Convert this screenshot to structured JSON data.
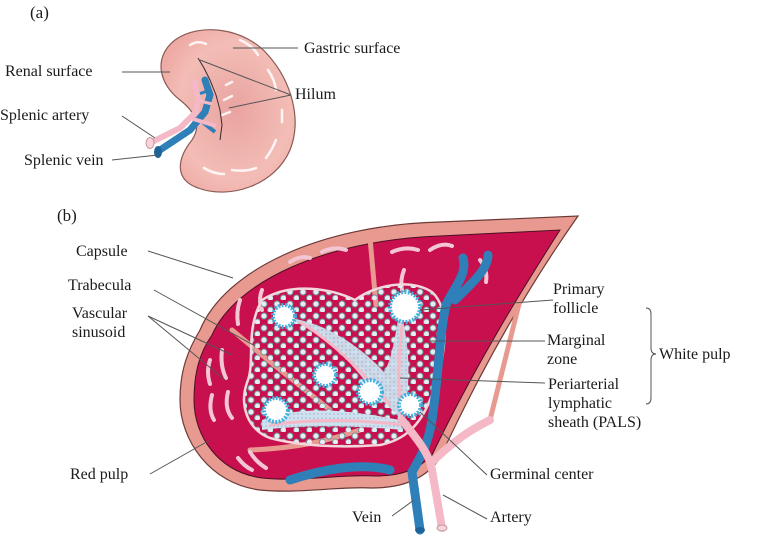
{
  "figure": {
    "panel_a": {
      "tag": "(a)",
      "labels": {
        "renal_surface": "Renal surface",
        "gastric_surface": "Gastric surface",
        "hilum": "Hilum",
        "splenic_artery": "Splenic artery",
        "splenic_vein": "Splenic vein"
      }
    },
    "panel_b": {
      "tag": "(b)",
      "labels": {
        "capsule": "Capsule",
        "trabecula": "Trabecula",
        "vascular_sinusoid_1": "Vascular",
        "vascular_sinusoid_2": "sinusoid",
        "red_pulp": "Red pulp",
        "primary_follicle_1": "Primary",
        "primary_follicle_2": "follicle",
        "marginal_zone_1": "Marginal",
        "marginal_zone_2": "zone",
        "pals_1": "Periarterial",
        "pals_2": "lymphatic",
        "pals_3": "sheath (PALS)",
        "white_pulp": "White pulp",
        "germinal_center": "Germinal center",
        "vein": "Vein",
        "artery": "Artery"
      }
    },
    "colors": {
      "spleen_surface": "#f0b4ae",
      "capsule": "#e89a90",
      "red_pulp": "#c8104e",
      "white_pulp": "#dfe9f3",
      "vein": "#2f7fb8",
      "artery": "#f4b8c6",
      "follicle": "#3fb2e0",
      "leader_line": "#555555"
    }
  }
}
